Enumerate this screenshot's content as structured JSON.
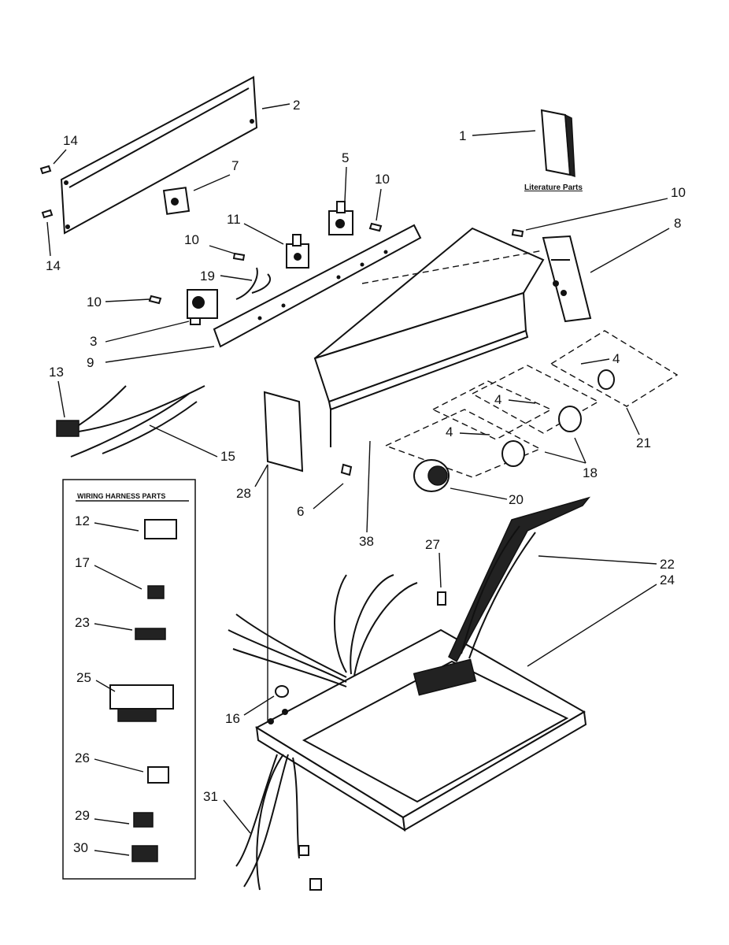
{
  "diagram": {
    "literature_caption": "Literature Parts",
    "wiring_caption": "WIRING HARNESS PARTS",
    "callouts": {
      "c1": "1",
      "c2": "2",
      "c3": "3",
      "c4a": "4",
      "c4b": "4",
      "c4c": "4",
      "c5": "5",
      "c6": "6",
      "c7": "7",
      "c8": "8",
      "c9": "9",
      "c10a": "10",
      "c10b": "10",
      "c10c": "10",
      "c10d": "10",
      "c11": "11",
      "c12": "12",
      "c13": "13",
      "c14a": "14",
      "c14b": "14",
      "c15": "15",
      "c16": "16",
      "c17": "17",
      "c18": "18",
      "c19": "19",
      "c20": "20",
      "c21": "21",
      "c22": "22",
      "c23": "23",
      "c24": "24",
      "c25": "25",
      "c26": "26",
      "c27": "27",
      "c28": "28",
      "c29": "29",
      "c30": "30",
      "c31": "31",
      "c38": "38"
    }
  }
}
